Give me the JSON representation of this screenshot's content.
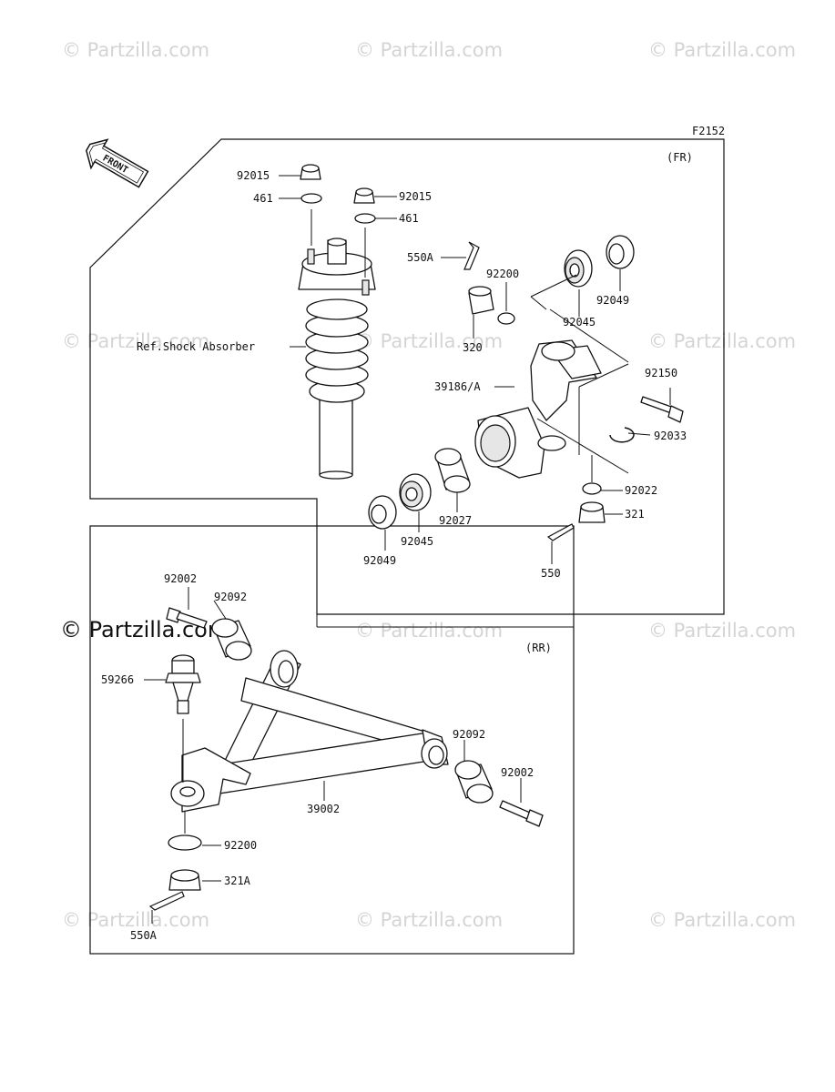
{
  "figure_code": "F2152",
  "front_arrow_text": "FRONT",
  "front_group": {
    "label": "(FR)"
  },
  "rear_group": {
    "label": "(RR)"
  },
  "watermark": "© Partzilla.com",
  "labels": {
    "fr_92015_left": "92015",
    "fr_461_left": "461",
    "fr_92015_right": "92015",
    "fr_461_right": "461",
    "fr_550A": "550A",
    "fr_92200": "92200",
    "fr_92049_top": "92049",
    "fr_92045_top": "92045",
    "fr_320": "320",
    "fr_ref_shock": "Ref.Shock Absorber",
    "fr_92150": "92150",
    "fr_39186A": "39186/A",
    "fr_92033": "92033",
    "fr_92022": "92022",
    "fr_321": "321",
    "fr_92027": "92027",
    "fr_92045_bottom": "92045",
    "fr_92049_bottom": "92049",
    "fr_550": "550",
    "rr_92002_top": "92002",
    "rr_92092_top": "92092",
    "rr_59266": "59266",
    "rr_92092_right": "92092",
    "rr_92002_right": "92002",
    "rr_39002": "39002",
    "rr_92200": "92200",
    "rr_321A": "321A",
    "rr_550A": "550A"
  },
  "icons": [
    "front-arrow-icon"
  ],
  "colors": {
    "line": "#111111",
    "watermark": "#d4d4d4",
    "background": "#ffffff"
  }
}
